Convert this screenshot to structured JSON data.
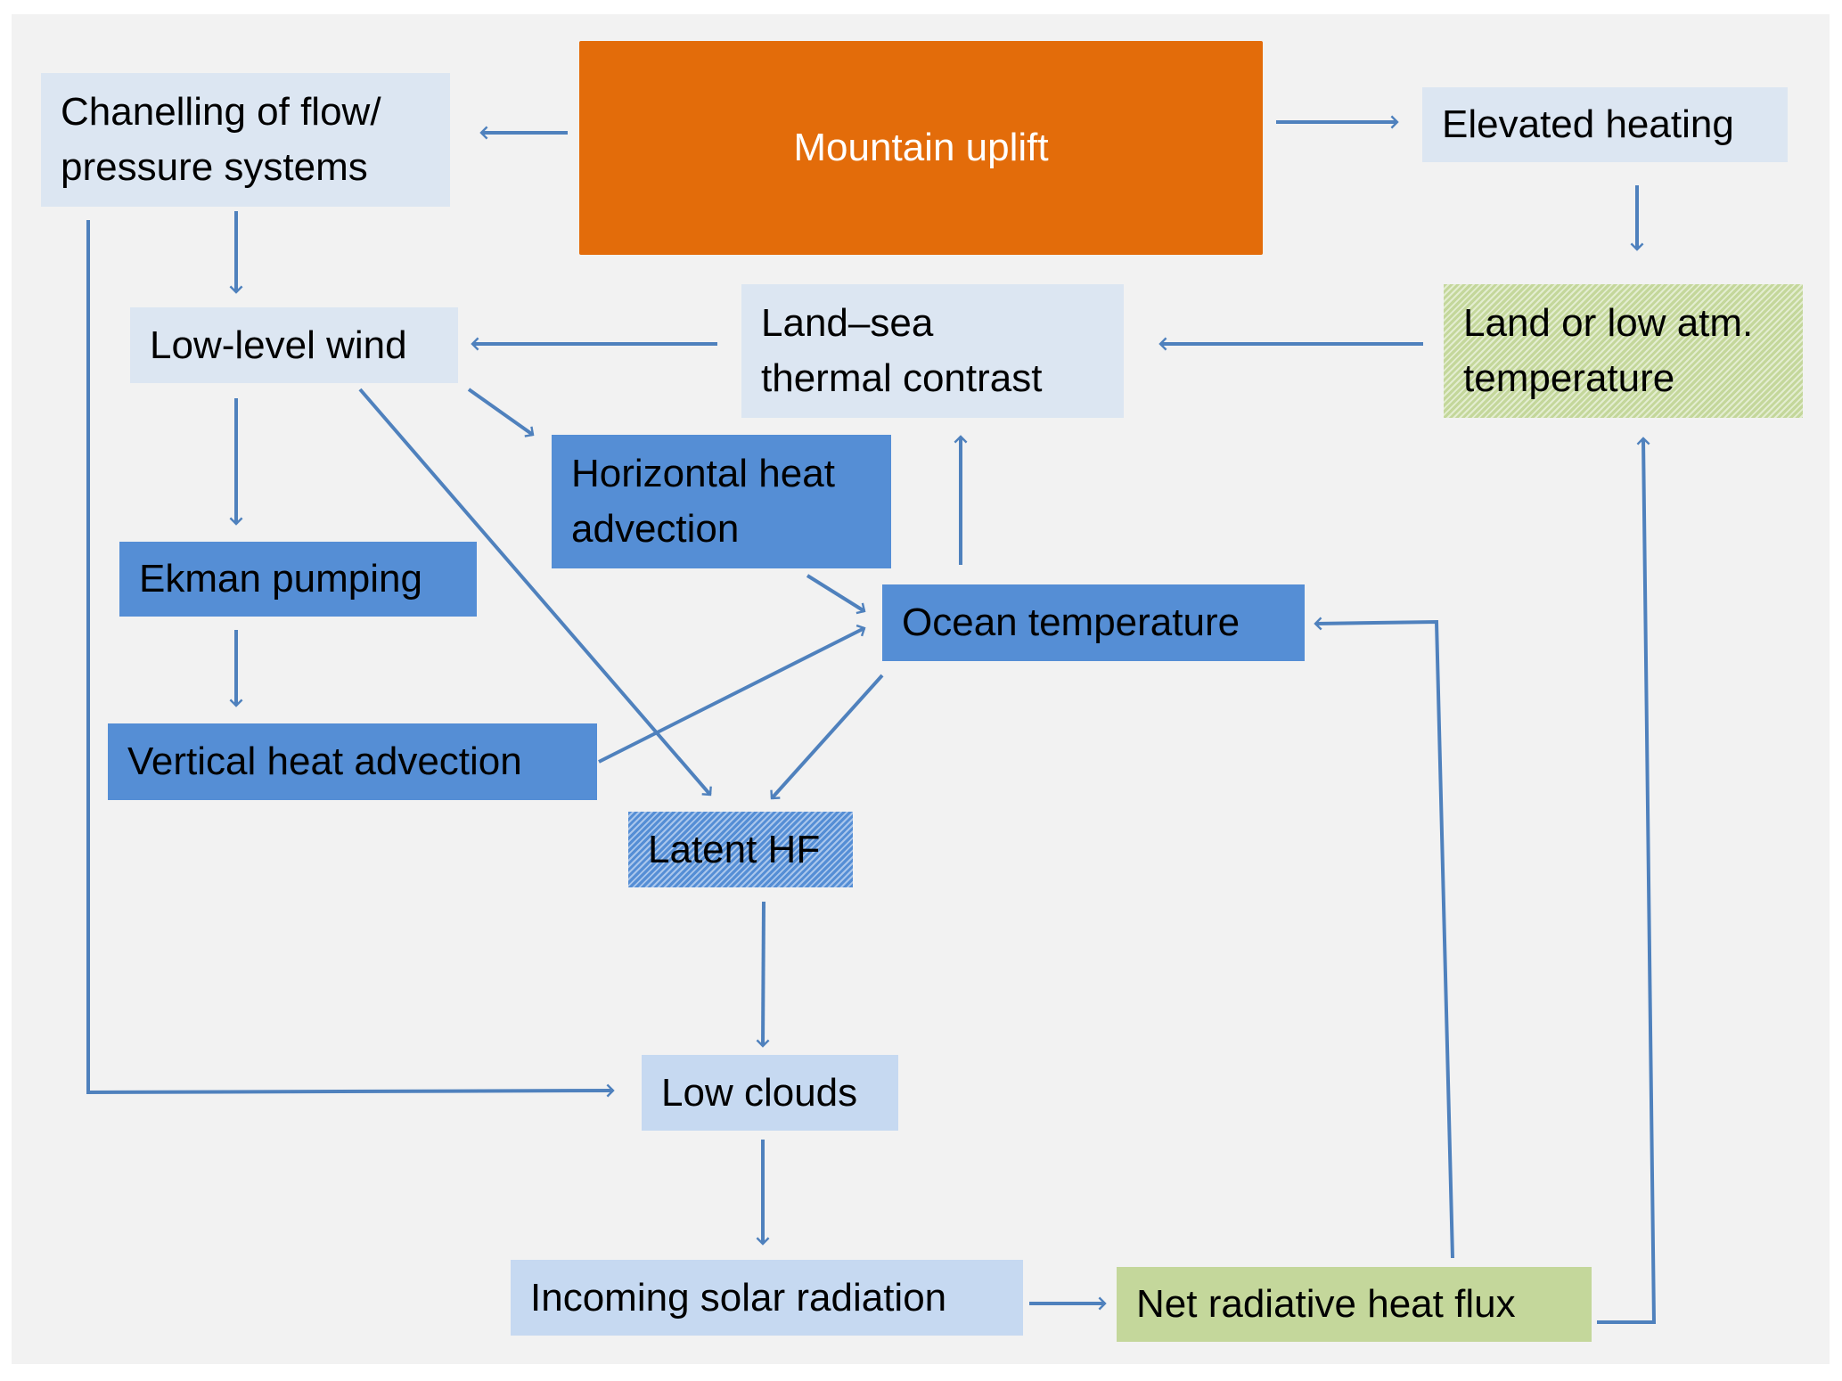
{
  "diagram": {
    "colors": {
      "background": "#f2f2f2",
      "arrow": "#4f81bd",
      "mountain": "#e36c0a",
      "pale_blue": "#dce6f2",
      "light_blue": "#c6d9f1",
      "mid_blue": "#558ed5",
      "green": "#c4d79b"
    },
    "nodes": {
      "chanelling": "Chanelling of flow/\npressure systems",
      "mountain_uplift": "Mountain uplift",
      "elevated_heating": "Elevated heating",
      "low_level_wind": "Low-level wind",
      "land_sea": "Land–sea\nthermal contrast",
      "land_temperature": "Land or low atm.\ntemperature",
      "horizontal_heat": "Horizontal heat\nadvection",
      "ekman": "Ekman pumping",
      "ocean_temperature": "Ocean temperature",
      "vertical_heat": "Vertical heat advection",
      "latent_hf": "Latent HF",
      "low_clouds": "Low clouds",
      "incoming_solar": "Incoming solar radiation",
      "net_radiative": "Net radiative heat flux"
    },
    "edges": [
      {
        "from": "Mountain uplift",
        "to": "Chanelling of flow/pressure systems"
      },
      {
        "from": "Mountain uplift",
        "to": "Elevated heating"
      },
      {
        "from": "Chanelling of flow/pressure systems",
        "to": "Low-level wind"
      },
      {
        "from": "Chanelling of flow/pressure systems",
        "to": "Low clouds"
      },
      {
        "from": "Elevated heating",
        "to": "Land or low atm. temperature"
      },
      {
        "from": "Land or low atm. temperature",
        "to": "Land–sea thermal contrast"
      },
      {
        "from": "Land–sea thermal contrast",
        "to": "Low-level wind"
      },
      {
        "from": "Low-level wind",
        "to": "Horizontal heat advection"
      },
      {
        "from": "Low-level wind",
        "to": "Ekman pumping"
      },
      {
        "from": "Low-level wind",
        "to": "Latent HF"
      },
      {
        "from": "Ekman pumping",
        "to": "Vertical heat advection"
      },
      {
        "from": "Horizontal heat advection",
        "to": "Ocean temperature"
      },
      {
        "from": "Vertical heat advection",
        "to": "Ocean temperature"
      },
      {
        "from": "Ocean temperature",
        "to": "Land–sea thermal contrast"
      },
      {
        "from": "Ocean temperature",
        "to": "Latent HF"
      },
      {
        "from": "Latent HF",
        "to": "Low clouds"
      },
      {
        "from": "Low clouds",
        "to": "Incoming solar radiation"
      },
      {
        "from": "Incoming solar radiation",
        "to": "Net radiative heat flux"
      },
      {
        "from": "Net radiative heat flux",
        "to": "Ocean temperature"
      },
      {
        "from": "Net radiative heat flux",
        "to": "Land or low atm. temperature"
      }
    ]
  }
}
